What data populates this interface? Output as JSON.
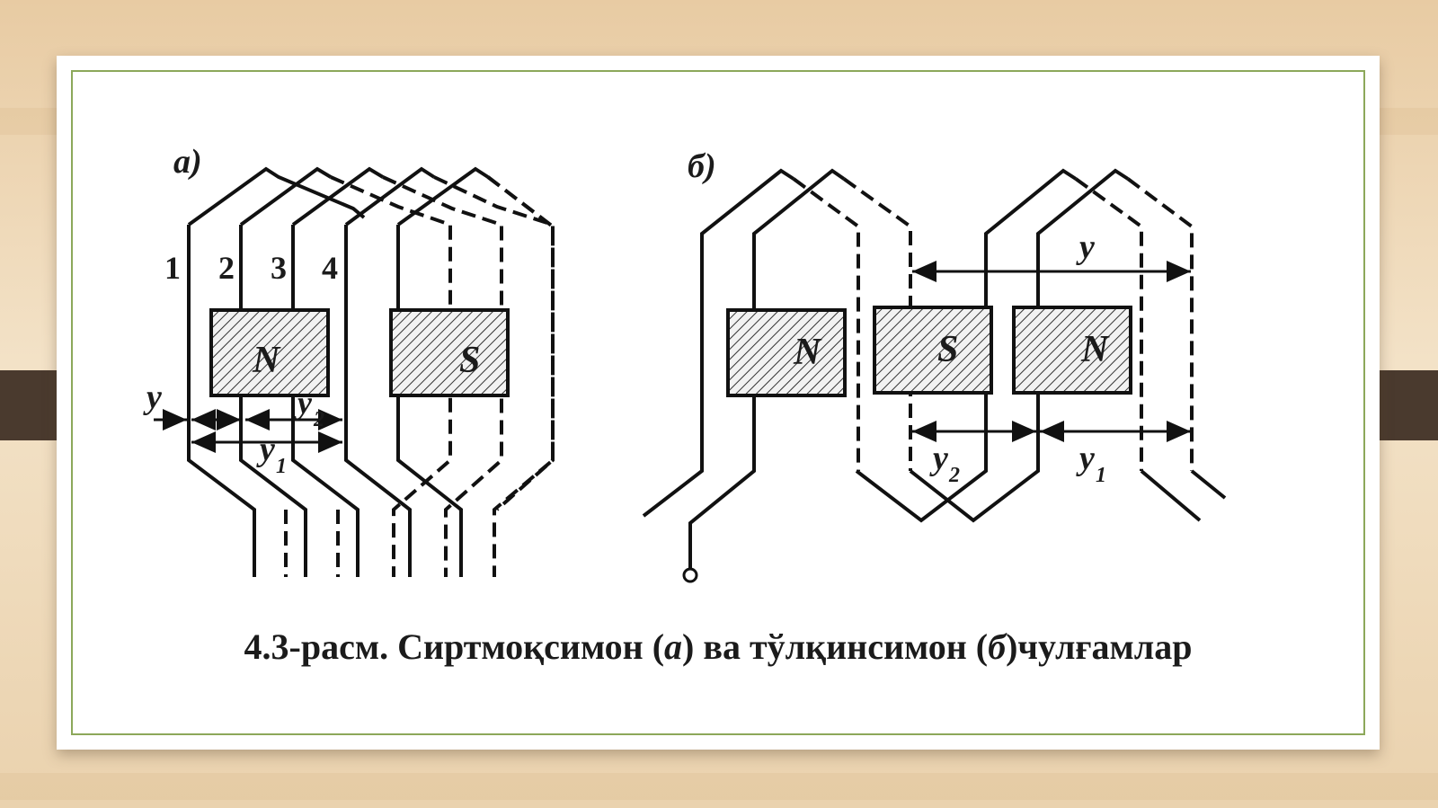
{
  "panel_a": {
    "label": "а)",
    "coil_numbers": [
      "1",
      "2",
      "3",
      "4"
    ],
    "poles": [
      "N",
      "S"
    ],
    "pitch_labels": {
      "y": "y",
      "y1": "y",
      "y1_sub": "1",
      "y2": "y",
      "y2_sub": "2"
    }
  },
  "panel_b": {
    "label": "б)",
    "poles": [
      "N",
      "S",
      "N"
    ],
    "pitch_labels": {
      "y": "y",
      "y1": "y",
      "y1_sub": "1",
      "y2": "y",
      "y2_sub": "2"
    }
  },
  "caption": {
    "prefix": "4.3-расм. Сиртмоқсимон (",
    "a": "а",
    "middle": ")  ва тўлқинсимон (",
    "b": "б",
    "suffix": ")чулғамлар"
  }
}
